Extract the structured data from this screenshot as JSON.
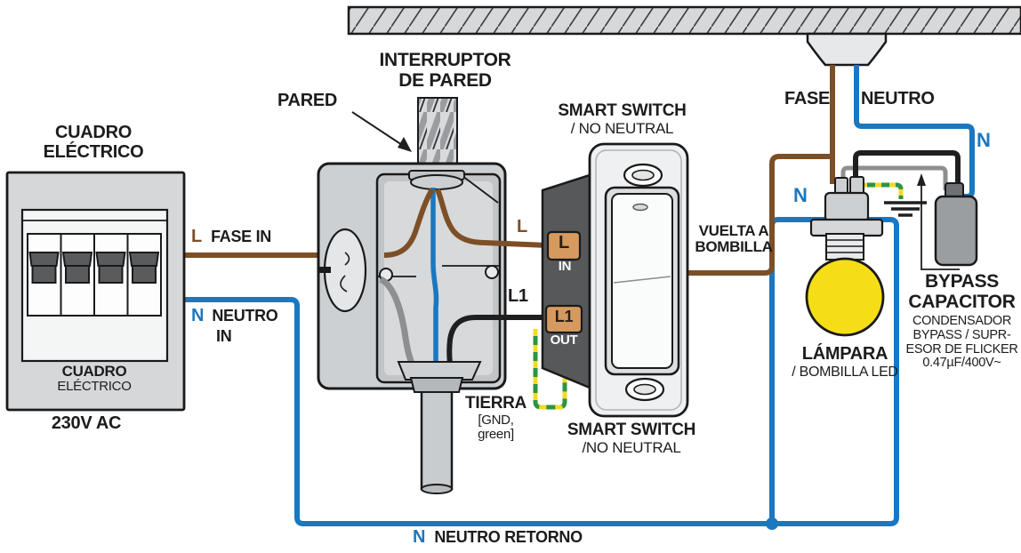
{
  "colors": {
    "wire_brown": "#7d4f26",
    "wire_blue": "#1b77c0",
    "wire_black": "#1f1f1f",
    "wire_gray": "#8d8f91",
    "ground_green": "#2e9440",
    "ground_yellow": "#f3da2a",
    "bulb_yellow": "#f6de17",
    "terminal_tan": "#d59a5f"
  },
  "panel": {
    "title_line1": "CUADRO",
    "title_line2": "ELÉCTRICO",
    "inner_line1": "CUADRO",
    "inner_line2": "ELÉCTRICO",
    "voltage": "230V AC"
  },
  "feeds": {
    "fase_prefix": "L",
    "fase_label": "FASE IN",
    "neutro_prefix": "N",
    "neutro_label": "NEUTRO",
    "neutro_label2": "IN",
    "retorno_prefix": "N",
    "retorno_label": "NEUTRO RETORNO"
  },
  "wall": {
    "pared": "PARED",
    "interruptor_line1": "INTERRUPTOR",
    "interruptor_line2": "DE PARED"
  },
  "smart_switch": {
    "top_line1": "SMART SWITCH",
    "top_line2": "/ NO NEUTRAL",
    "bottom_line1": "SMART SWITCH",
    "bottom_line2": "/NO NEUTRAL",
    "terminal_l": "L",
    "terminal_l_sub": "IN",
    "terminal_l1": "L1",
    "terminal_l1_sub": "OUT",
    "wire_l": "L",
    "wire_l1": "L1"
  },
  "tierra": {
    "line1": "TIERRA",
    "line2": "[GND,",
    "line3": "green]"
  },
  "vuelta": {
    "line1": "VUELTA A",
    "line2": "BOMBILLA"
  },
  "ceiling_drop": {
    "fase": "FASE",
    "neutro": "NEUTRO",
    "n_right": "N",
    "n_lamp": "N"
  },
  "lamp": {
    "line1": "LÁMPARA",
    "line2": "/ BOMBILLA LED"
  },
  "capacitor": {
    "title_line1": "BYPASS",
    "title_line2": "CAPACITOR",
    "sub_line1": "CONDENSADOR",
    "sub_line2": "BYPASS / SUPR-",
    "sub_line3": "ESOR DE FLICKER",
    "sub_line4": "0.47µF/400V~"
  }
}
